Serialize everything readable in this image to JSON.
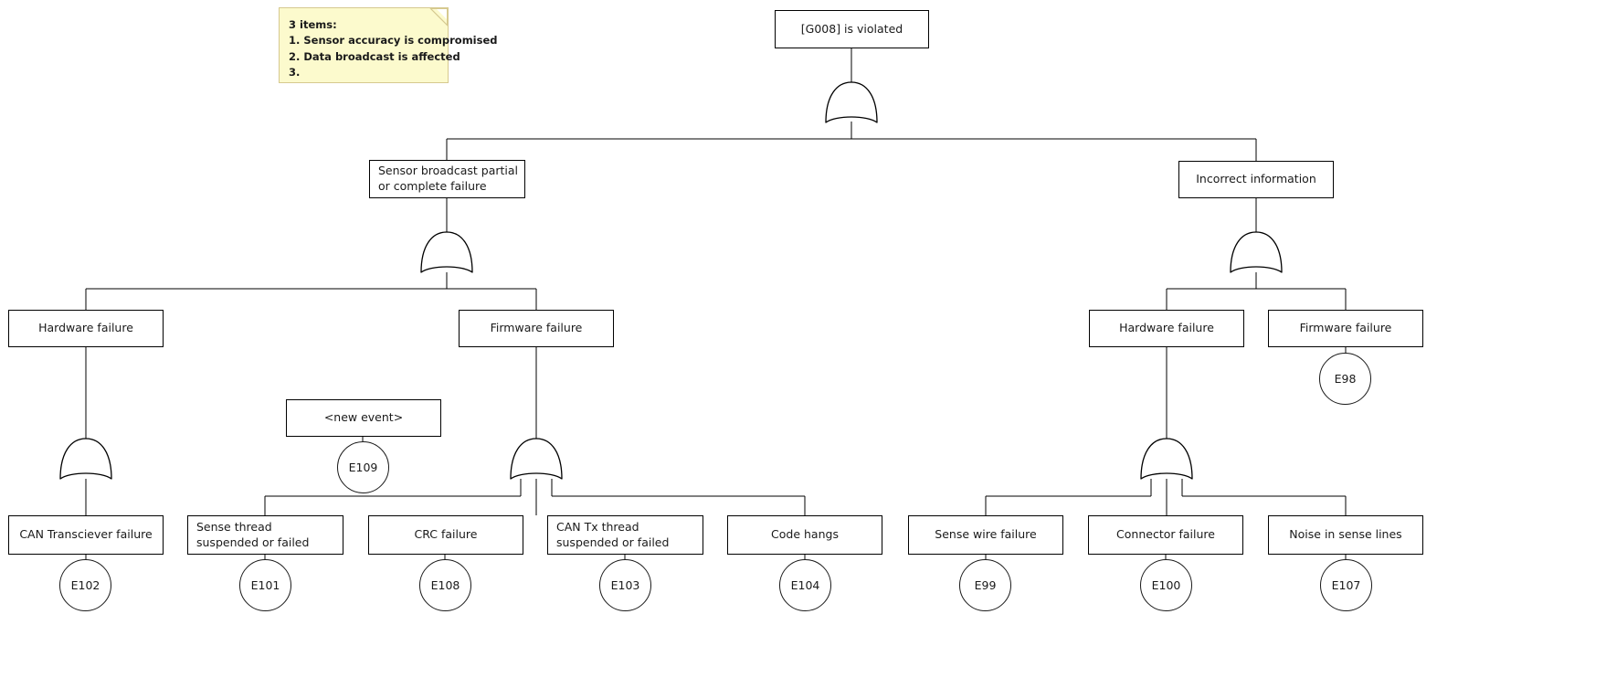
{
  "diagram": {
    "type": "fault-tree",
    "title": "[G008] is violated",
    "background": "#ffffff",
    "stroke": "#000000"
  },
  "note": {
    "name": "sticky-note",
    "fill": "#fcfacd",
    "border": "#d6c98f",
    "lines": [
      "3 items:",
      "1. Sensor accuracy is compromised",
      "2. Data broadcast is affected",
      "3."
    ]
  },
  "nodes": {
    "top_goal": {
      "label": "[G008] is violated"
    },
    "sensor_broadcast": {
      "label": "Sensor broadcast partial or complete failure"
    },
    "incorrect_info": {
      "label": "Incorrect information"
    },
    "hw_failure_left": {
      "label": "Hardware failure"
    },
    "fw_failure_left": {
      "label": "Firmware failure"
    },
    "hw_failure_right": {
      "label": "Hardware failure"
    },
    "fw_failure_right": {
      "label": "Firmware failure"
    },
    "new_event": {
      "label": "<new event>"
    },
    "can_transceiver": {
      "label": "CAN Transciever failure"
    },
    "sense_thread": {
      "label": "Sense thread suspended or failed"
    },
    "crc_failure": {
      "label": "CRC failure"
    },
    "can_tx_thread": {
      "label": "CAN Tx thread suspended or failed"
    },
    "code_hangs": {
      "label": "Code hangs"
    },
    "sense_wire": {
      "label": "Sense wire failure"
    },
    "connector_failure": {
      "label": "Connector failure"
    },
    "noise_sense_lines": {
      "label": "Noise in sense lines"
    }
  },
  "events": {
    "e98": {
      "id": "E98"
    },
    "e109": {
      "id": "E109"
    },
    "e102": {
      "id": "E102"
    },
    "e101": {
      "id": "E101"
    },
    "e108": {
      "id": "E108"
    },
    "e103": {
      "id": "E103"
    },
    "e104": {
      "id": "E104"
    },
    "e99": {
      "id": "E99"
    },
    "e100": {
      "id": "E100"
    },
    "e107": {
      "id": "E107"
    }
  },
  "gates": {
    "g_top": {
      "type": "OR",
      "inputs": 2
    },
    "g_sensor": {
      "type": "OR",
      "inputs": 2
    },
    "g_incorrect": {
      "type": "OR",
      "inputs": 2
    },
    "g_hw_left": {
      "type": "OR",
      "inputs": 1
    },
    "g_fw_left": {
      "type": "OR",
      "inputs": 3
    },
    "g_hw_right": {
      "type": "OR",
      "inputs": 3
    }
  }
}
